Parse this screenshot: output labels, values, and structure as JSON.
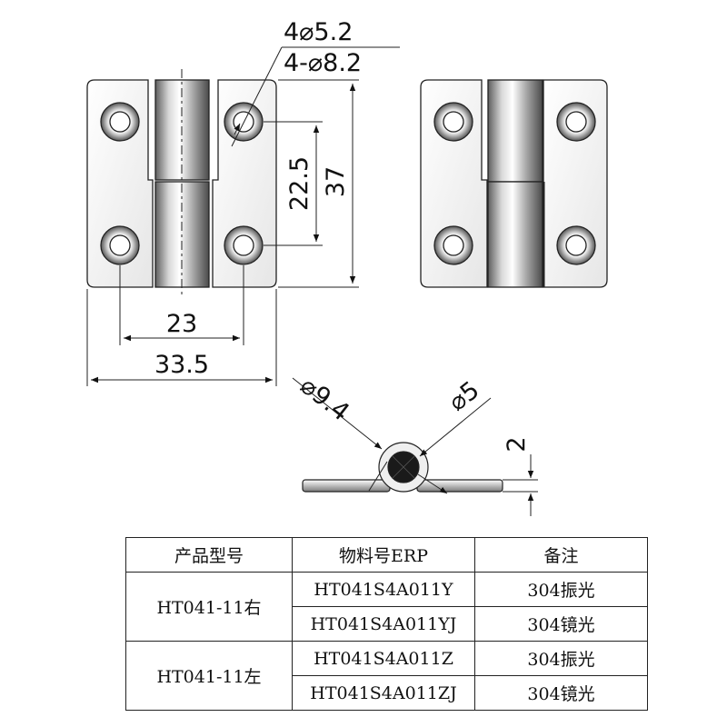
{
  "dimensions": {
    "hole_small": "4⌀5.2",
    "hole_large": "4-⌀8.2",
    "hole_vertical_pitch": "22.5",
    "overall_height": "37",
    "hole_horizontal_pitch": "23",
    "overall_width": "33.5",
    "knuckle_outer_dia": "⌀9.4",
    "pin_dia": "⌀5",
    "leaf_thickness": "2"
  },
  "table": {
    "headers": [
      "产品型号",
      "物料号ERP",
      "备注"
    ],
    "groups": [
      {
        "model": "HT041-11右",
        "rows": [
          {
            "erp": "HT041S4A011Y",
            "note": "304振光"
          },
          {
            "erp": "HT041S4A011YJ",
            "note": "304镜光"
          }
        ]
      },
      {
        "model": "HT041-11左",
        "rows": [
          {
            "erp": "HT041S4A011Z",
            "note": "304振光"
          },
          {
            "erp": "HT041S4A011ZJ",
            "note": "304镜光"
          }
        ]
      }
    ]
  },
  "colors": {
    "line": "#222222",
    "metal_light": "#f4f4f4",
    "metal_dark": "#6a6a6a",
    "pin": "#1a1a1a"
  }
}
